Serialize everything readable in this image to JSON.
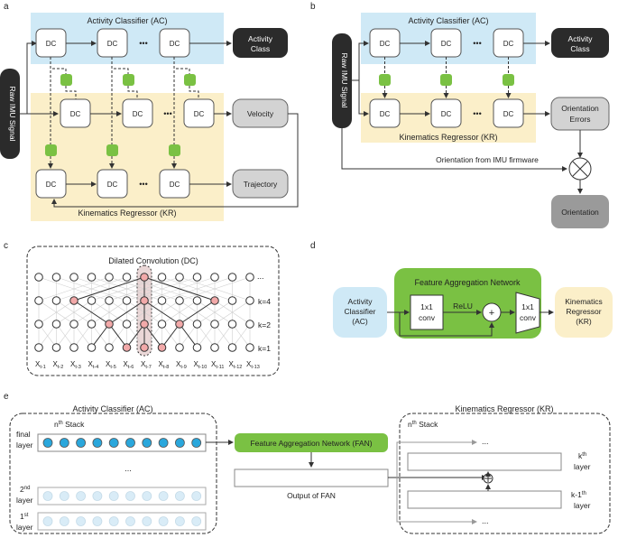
{
  "panels": {
    "a": "a",
    "b": "b",
    "c": "c",
    "d": "d",
    "e": "e"
  },
  "a": {
    "ac_title": "Activity Classifier (AC)",
    "kr_title": "Kinematics Regressor (KR)",
    "dc": "DC",
    "dots": "•••",
    "raw": "Raw IMU Signal",
    "activity": [
      "Activity",
      "Class"
    ],
    "velocity": "Velocity",
    "trajectory": "Trajectory"
  },
  "b": {
    "ac_title": "Activity Classifier (AC)",
    "kr_title": "Kinematics Regressor (KR)",
    "raw": "Raw IMU Signal",
    "activity": [
      "Activity",
      "Class"
    ],
    "orient_errors": [
      "Orientation",
      "Errors"
    ],
    "firmware": "Orientation from IMU firmware",
    "orientation": "Orientation"
  },
  "c": {
    "title": "Dilated Convolution (DC)",
    "ellipsis": "...",
    "k_labels": [
      "k=4",
      "k=2",
      "k=1"
    ],
    "x_base": "X",
    "x_subs": [
      "t-1",
      "t-2",
      "t-3",
      "t-4",
      "t-5",
      "t-6",
      "t-7",
      "t-8",
      "t-9",
      "t-10",
      "t-11",
      "t-12",
      "t-13"
    ]
  },
  "d": {
    "fan_title": "Feature Aggregation Network",
    "ac": [
      "Activity",
      "Classifier",
      "(AC)"
    ],
    "conv": [
      "1x1",
      "conv"
    ],
    "relu": "ReLU",
    "plus": "+",
    "kr": [
      "Kinematics",
      "Regressor",
      "(KR)"
    ]
  },
  "e": {
    "ac_title": "Activity Classifier (AC)",
    "kr_title": "Kinematics Regressor (KR)",
    "nth_stack": "n",
    "th": "th",
    "stack": " Stack",
    "final_layer": [
      "final",
      "layer"
    ],
    "second_layer": [
      "2",
      "nd",
      "layer"
    ],
    "first_layer": [
      "1",
      "st",
      "layer"
    ],
    "ellipsis": "...",
    "fan": "Feature Aggregation Network (FAN)",
    "output": "Output of FAN",
    "kth": [
      "k",
      "th",
      "layer"
    ],
    "k1th": [
      "k-1",
      "th",
      "layer"
    ]
  },
  "colors": {
    "ac_bg": "#cfe9f6",
    "kr_bg": "#fbefc9",
    "green": "#7ac143",
    "dark": "#2b2b2b",
    "pink": "#f2a9a9",
    "blue_node": "#2aa7dc",
    "pale_blue_node": "#d9ecf7",
    "orange_node": "#f6c11a",
    "green_node": "#6db33f"
  }
}
